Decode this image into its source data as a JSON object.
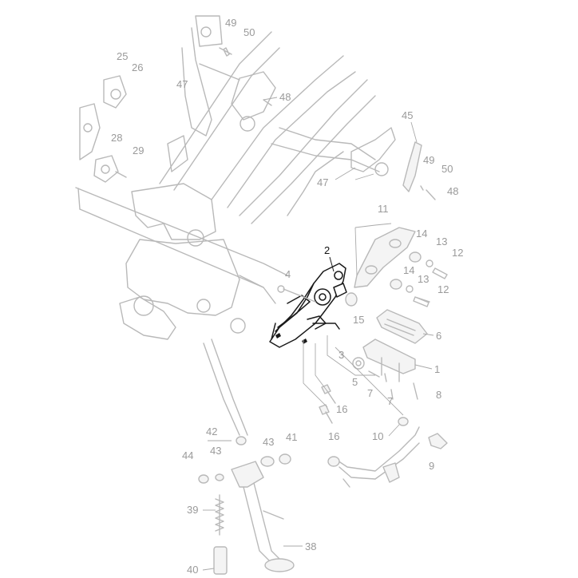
{
  "labels": {
    "l1": "1",
    "l2": "2",
    "l3": "3",
    "l4": "4",
    "l5": "5",
    "l6": "6",
    "l7a": "7",
    "l7b": "7",
    "l8": "8",
    "l9": "9",
    "l10": "10",
    "l11": "11",
    "l12a": "12",
    "l12b": "12",
    "l13a": "13",
    "l13b": "13",
    "l14a": "14",
    "l14b": "14",
    "l15": "15",
    "l16a": "16",
    "l16b": "16",
    "l25": "25",
    "l26": "26",
    "l28": "28",
    "l29": "29",
    "l38": "38",
    "l39": "39",
    "l40": "40",
    "l41": "41",
    "l42": "42",
    "l43a": "43",
    "l43b": "43",
    "l44": "44",
    "l45": "45",
    "l47a": "47",
    "l47b": "47",
    "l48a": "48",
    "l48b": "48",
    "l49a": "49",
    "l49b": "49",
    "l50a": "50",
    "l50b": "50"
  },
  "colors": {
    "highlight_part": "#1a1a1a",
    "background_parts": "#b9b9b9",
    "label_text": "#9a9a9a"
  }
}
